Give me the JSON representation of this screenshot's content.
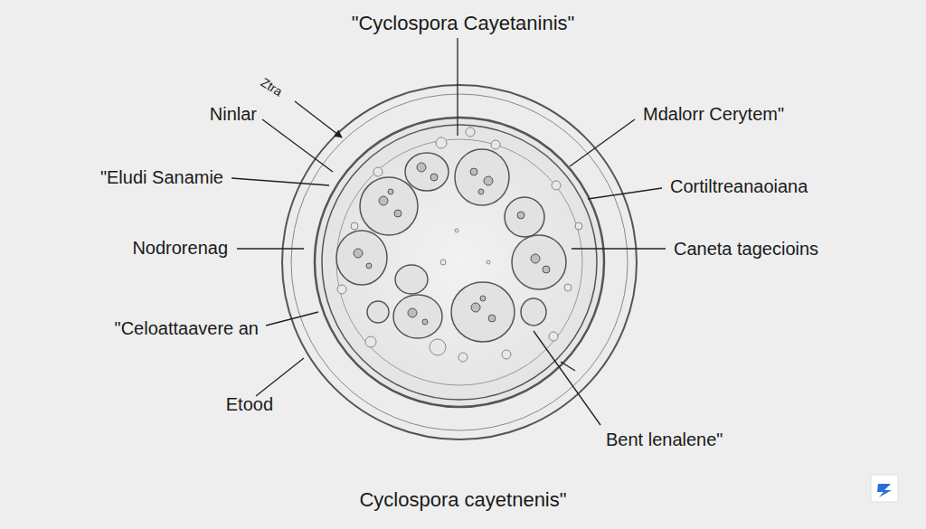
{
  "diagram": {
    "title": "\"Cyclospora Cayetaninis\"",
    "caption": "Cyclospora cayetnenis\"",
    "labels": [
      "Ztra",
      "Ninlar",
      "\"Eludi Sanamie",
      "Nodrorenag",
      "\"Celoattaavere an",
      "Etood",
      "Mdalorr Cerytem\"",
      "Cortiltreanaoiana",
      "Caneta tagecioins",
      "Bent lenalene\""
    ]
  }
}
